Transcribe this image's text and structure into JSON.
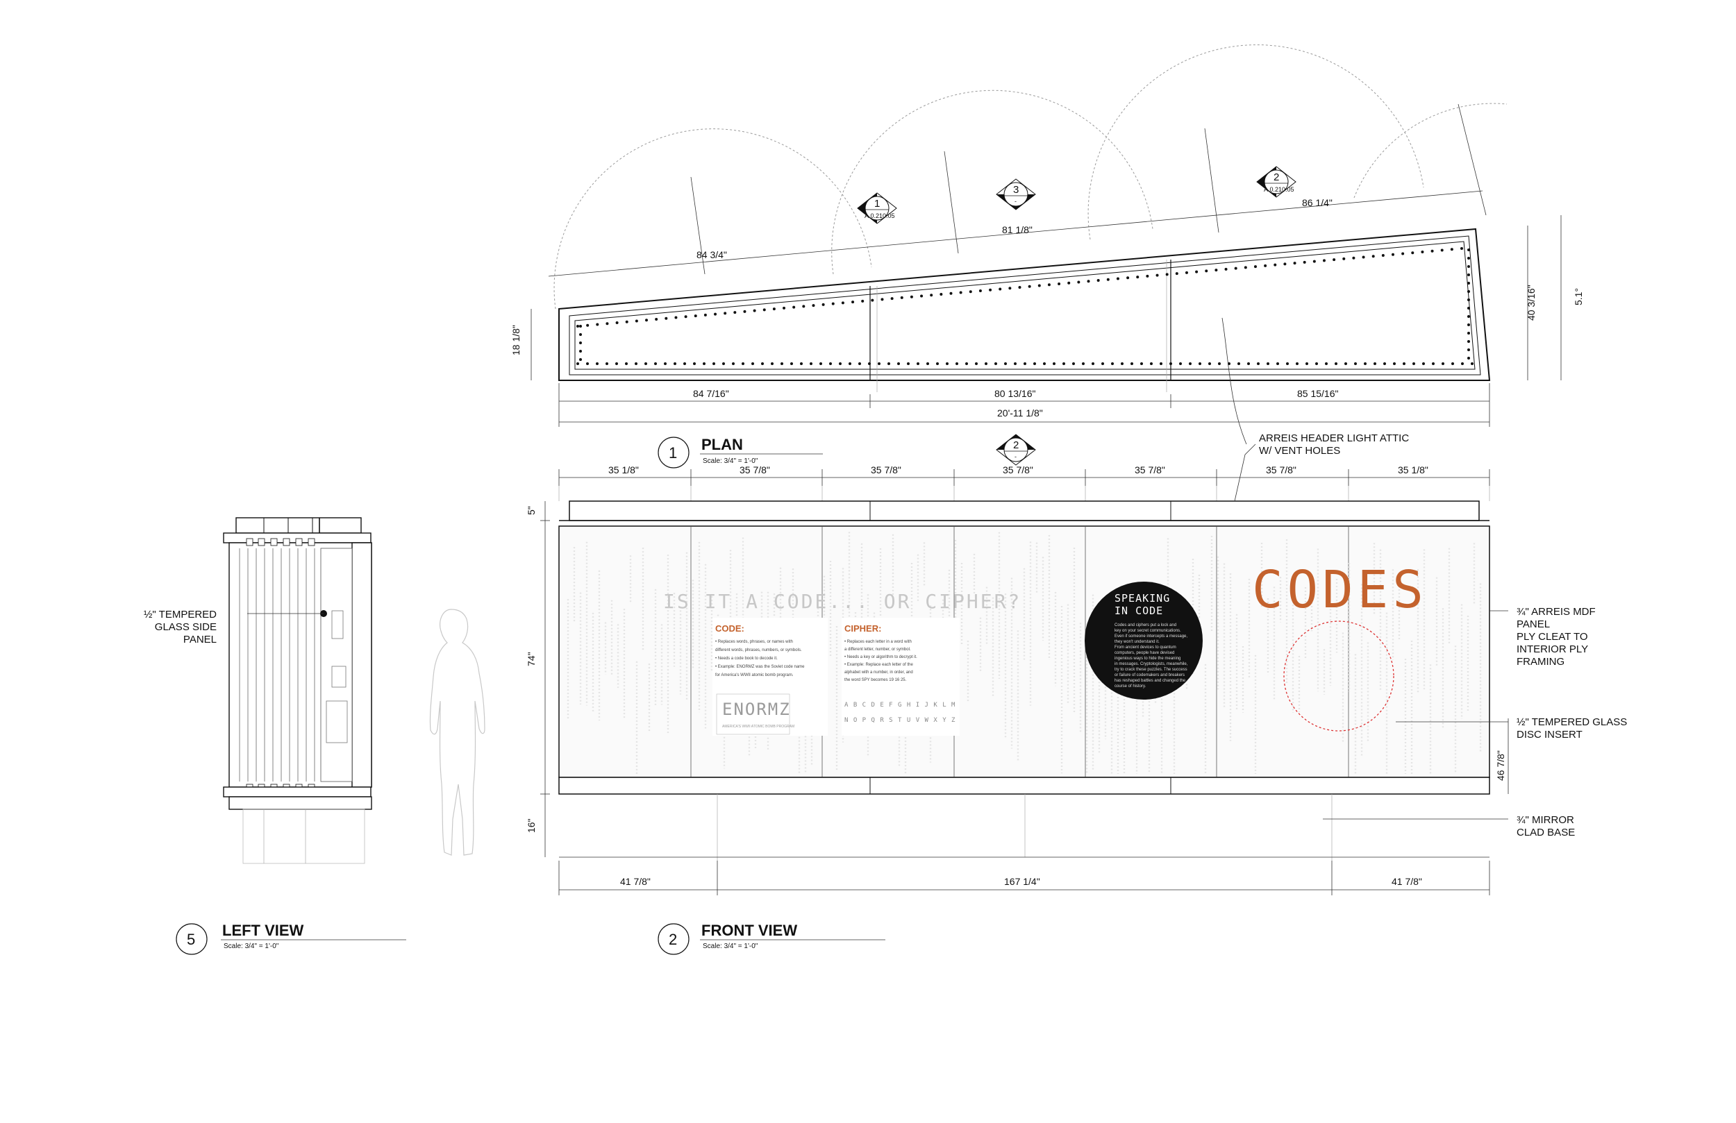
{
  "plan": {
    "title": "PLAN",
    "scale": "Scale:     3/4\" = 1'-0\"",
    "number": "1",
    "dims": {
      "seg_left": "84 3/4\"",
      "seg_mid": "81 1/8\"",
      "seg_right": "86 1/4\"",
      "height_left": "18 1/8\"",
      "height_right": "40 3/16\"",
      "angle": "5.1°",
      "bottom_left": "84 7/16\"",
      "bottom_mid": "80 13/16\"",
      "bottom_right": "85 15/16\"",
      "overall": "20'-11 1/8\""
    },
    "tags": [
      {
        "number": "1",
        "sheet": "A.0.210.05"
      },
      {
        "number": "3",
        "sheet": "-"
      },
      {
        "number": "2",
        "sheet": "A.0.210.05"
      }
    ]
  },
  "front_view": {
    "title": "FRONT VIEW",
    "scale": "Scale:     3/4\" = 1'-0\"",
    "number": "2",
    "tag": {
      "number": "2",
      "sheet": "-"
    },
    "top_dims": [
      "35 1/8\"",
      "35 7/8\"",
      "35 7/8\"",
      "35 7/8\"",
      "35 7/8\"",
      "35 7/8\"",
      "35 1/8\""
    ],
    "side_dims": {
      "header": "5\"",
      "body": "74\"",
      "base": "16\"",
      "right": "46 7/8\""
    },
    "bottom_dims": {
      "left": "41 7/8\"",
      "mid": "167 1/4\"",
      "right": "41 7/8\""
    },
    "graphics": {
      "headline": "IS IT A CODE... OR CIPHER?",
      "code_heading": "CODE:",
      "code_bullets": [
        "• Replaces words, phrases, or names with",
        "  different words, phrases, numbers, or symbols.",
        "• Needs a code book to decode it.",
        "• Example: ENORMZ was the Soviet code name",
        "  for America's WWII atomic bomb program."
      ],
      "cipher_heading": "CIPHER:",
      "cipher_bullets": [
        "• Replaces each letter in a word with",
        "  a different letter, number, or symbol.",
        "• Needs a key or algorithm to decrypt it.",
        "• Example: Replace each letter of the",
        "  alphabet with a number, in order, and",
        "  the word SPY becomes 19 16 25."
      ],
      "enormz": "ENORMZ",
      "enormz_sub": "AMERICA'S WWII ATOMIC BOMB PROGRAM",
      "alpha_row1": "A B C D E F G H I J K L M",
      "alpha_row2": "N O P Q R S T U V W X Y Z",
      "speaking_title_1": "SPEAKING",
      "speaking_title_2": "IN CODE",
      "speaking_body": [
        "Codes and ciphers put a lock and",
        "key on your secret communications.",
        "Even if someone intercepts a message,",
        "they won't understand it.",
        "From ancient devices to quantum",
        "computers, people have devised",
        "ingenious ways to hide the meaning",
        "in messages. Cryptologists, meanwhile,",
        "try to crack these puzzles. The success",
        "or failure of codemakers and breakers",
        "has reshaped battles and changed the",
        "course of history."
      ],
      "codes_title": "CODES"
    },
    "notes": {
      "header": [
        "ARREIS HEADER LIGHT ATTIC",
        "W/ VENT HOLES"
      ],
      "panel": [
        "¾\" ARREIS MDF",
        "PANEL",
        "PLY CLEAT TO",
        "INTERIOR PLY",
        "FRAMING"
      ],
      "glass": [
        "½\" TEMPERED GLASS",
        "DISC INSERT"
      ],
      "mirror": [
        "¾\" MIRROR",
        "CLAD BASE"
      ]
    }
  },
  "left_view": {
    "title": "LEFT VIEW",
    "scale": "Scale:     3/4\" = 1'-0\"",
    "number": "5",
    "note": [
      "½\" TEMPERED",
      "GLASS SIDE",
      "PANEL"
    ]
  }
}
